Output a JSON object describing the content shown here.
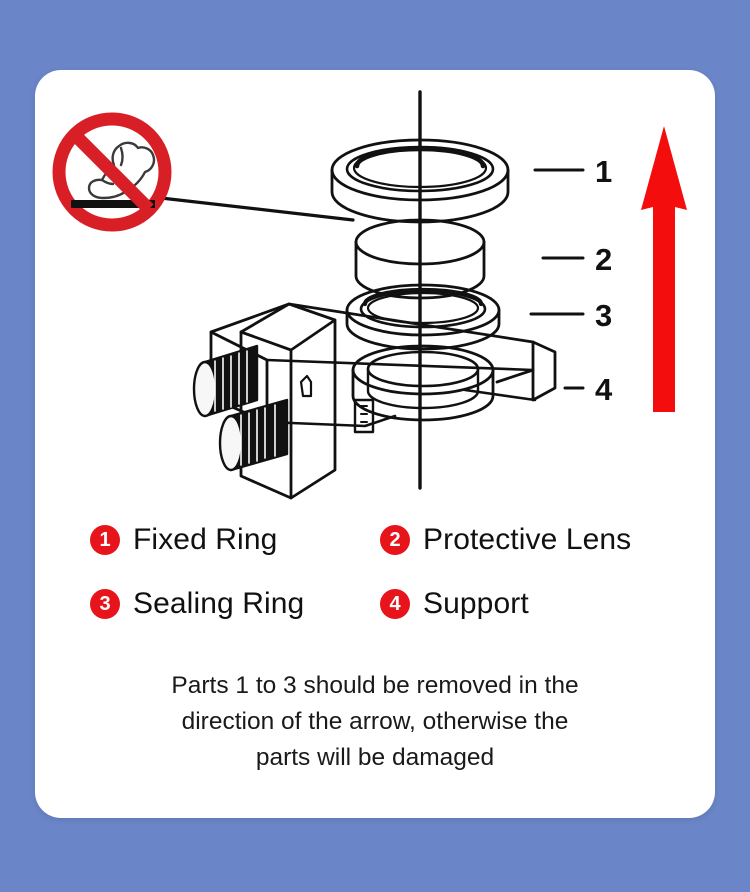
{
  "page": {
    "background_color": "#6b86c8",
    "card_color": "#ffffff"
  },
  "colors": {
    "accent_red": "#e8141b",
    "arrow_red": "#f30d0d",
    "line_black": "#111111"
  },
  "diagram": {
    "prohibition_sign": {
      "name": "no-hand-pressing-sign",
      "meaning": "Do not press or touch"
    },
    "axis": {
      "name": "center-axis-line"
    },
    "arrow": {
      "name": "removal-direction-arrow",
      "direction": "up",
      "color": "#f30d0d"
    },
    "callouts": [
      {
        "number": "1",
        "part": "Fixed Ring"
      },
      {
        "number": "2",
        "part": "Protective Lens"
      },
      {
        "number": "3",
        "part": "Sealing Ring"
      },
      {
        "number": "4",
        "part": "Support"
      }
    ],
    "parts": [
      {
        "id": "1",
        "shape": "ring",
        "name": "fixed-ring"
      },
      {
        "id": "2",
        "shape": "disc",
        "name": "protective-lens"
      },
      {
        "id": "3",
        "shape": "ring",
        "name": "sealing-ring"
      },
      {
        "id": "4",
        "shape": "bracket",
        "name": "support-bracket",
        "knobs": 2
      }
    ]
  },
  "legend": {
    "rows": [
      [
        {
          "number": "1",
          "label": "Fixed Ring"
        },
        {
          "number": "2",
          "label": "Protective Lens"
        }
      ],
      [
        {
          "number": "3",
          "label": "Sealing Ring"
        },
        {
          "number": "4",
          "label": "Support"
        }
      ]
    ]
  },
  "caption": {
    "line1": "Parts 1 to 3 should be removed in the",
    "line2": "direction of the arrow, otherwise the",
    "line3": "parts will be damaged"
  }
}
